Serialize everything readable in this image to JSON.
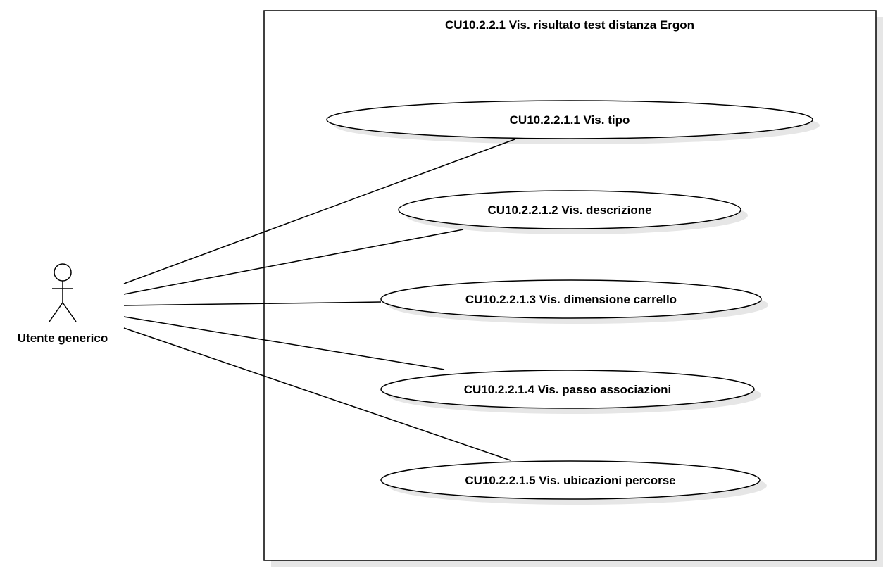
{
  "system": {
    "title": "CU10.2.2.1 Vis. risultato test distanza Ergon"
  },
  "actor": {
    "name": "Utente generico"
  },
  "use_cases": [
    {
      "label": "CU10.2.2.1.1 Vis. tipo"
    },
    {
      "label": "CU10.2.2.1.2 Vis. descrizione"
    },
    {
      "label": "CU10.2.2.1.3 Vis. dimensione carrello"
    },
    {
      "label": "CU10.2.2.1.4 Vis. passo associazioni"
    },
    {
      "label": "CU10.2.2.1.5 Vis. ubicazioni percorse"
    }
  ],
  "colors": {
    "stroke": "#000000",
    "shadow": "#e6e6e6",
    "fill": "#ffffff"
  }
}
